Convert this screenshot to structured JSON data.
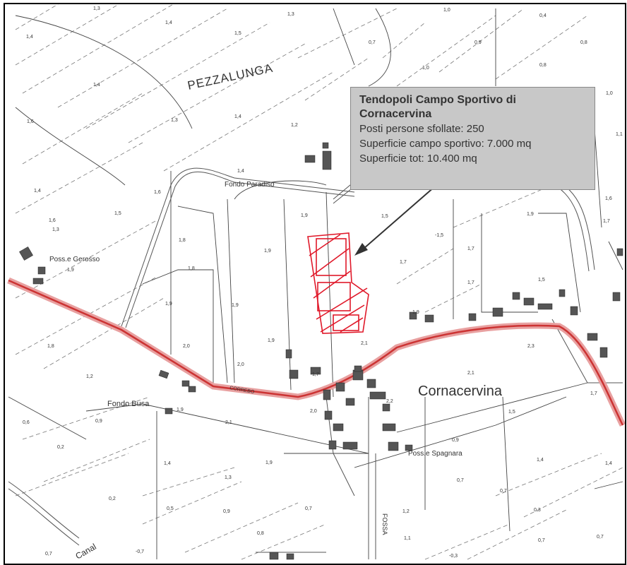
{
  "map": {
    "places": {
      "pezzalunga": "PEZZALUNGA",
      "fondo_paradiso": "Fondo Paradiso",
      "poss_gerosso": "Poss.e Gerosso",
      "cornacervina": "Cornacervina",
      "fondo_busa": "Fondo Busa",
      "poss_spagnara": "Poss.e Spagnara",
      "fossa": "FOSSA",
      "canal": "Canal",
      "correbo": "CORREBO"
    },
    "elevations": [
      "1,3",
      "1,4",
      "1,4",
      "1,5",
      "1,3",
      "1,0",
      "0,9",
      "0,8",
      "0,4",
      "0,8",
      "0,7",
      "1,0",
      "1,4",
      "1,3",
      "1,4",
      "1,2",
      "1,1",
      "1,6",
      "1,6",
      "1,4",
      "1,4",
      "1,6",
      "1,3",
      "1,5",
      "1,9",
      "1,5",
      "1,9",
      "1,8",
      "1,7",
      "1,7",
      "1,9",
      "1,8",
      "1,9",
      "1,7",
      "1,5",
      "1,9",
      "-1,5",
      "1,7",
      "1,9",
      "1,9",
      "1,8",
      "2,0",
      "1,9",
      "1,6",
      "1,2",
      "2,0",
      "1,7",
      "2,1",
      "2,1",
      "2,3",
      "2,0",
      "2,2",
      "1,5",
      "1,7",
      "1,9",
      "2,1",
      "0,6",
      "0,9",
      "0,2",
      "1,4",
      "1,3",
      "1,9",
      "0,9",
      "0,7",
      "1,4",
      "1,4",
      "0,2",
      "0,5",
      "0,9",
      "0,7",
      "0,8",
      "1,2",
      "1,1",
      "0,3",
      "0,7",
      "0,7",
      "0,7",
      "-0,3",
      "-0,7",
      "0,7",
      "1,0"
    ]
  },
  "callout": {
    "title": "Tendopoli Campo Sportivo di Cornacervina",
    "posti": "Posti persone sfollate: 250",
    "superficie_campo": "Superficie campo sportivo: 7.000 mq",
    "superficie_tot": "Superficie tot: 10.400 mq"
  },
  "colors": {
    "road_highlight": "#d9534f",
    "site_outline": "#e0192a",
    "callout_bg": "#c8c8c8"
  }
}
